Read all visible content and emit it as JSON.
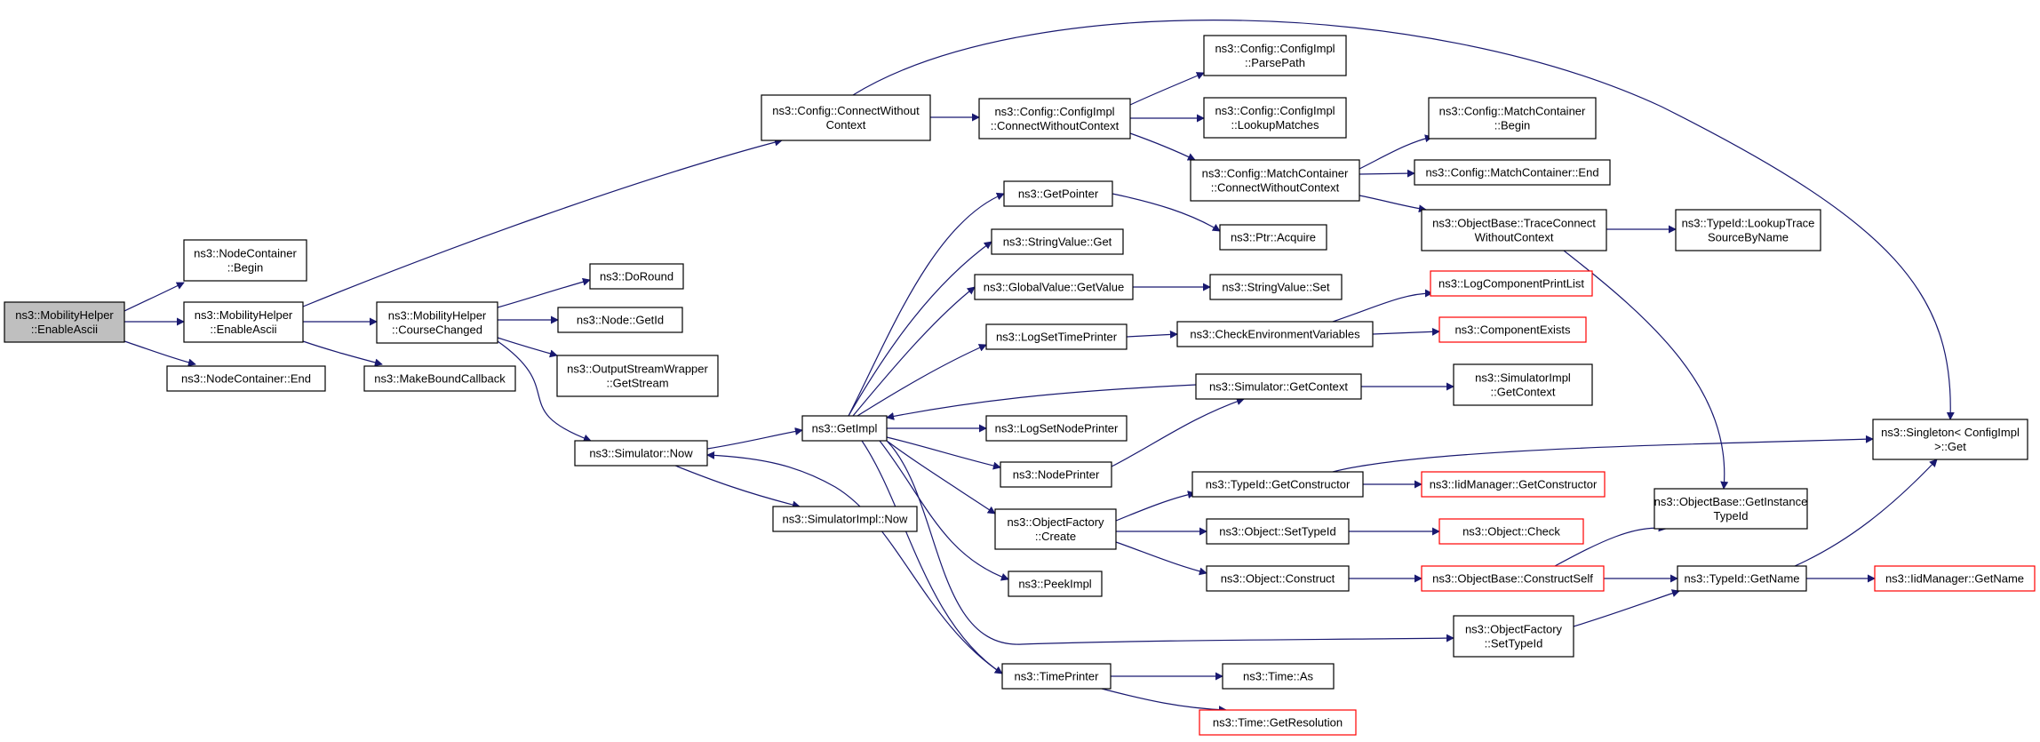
{
  "colors": {
    "edge": "#191970",
    "border_normal": "#000000",
    "border_truncated": "#ff0000",
    "root_fill": "#bfbfbf",
    "node_fill": "#ffffff"
  },
  "nodes": [
    {
      "id": "n0",
      "lines": [
        "ns3::MobilityHelper",
        "::EnableAscii"
      ],
      "style": "root"
    },
    {
      "id": "n1",
      "lines": [
        "ns3::NodeContainer",
        "::Begin"
      ],
      "style": "normal"
    },
    {
      "id": "n2",
      "lines": [
        "ns3::MobilityHelper",
        "::EnableAscii"
      ],
      "style": "normal"
    },
    {
      "id": "n3",
      "lines": [
        "ns3::NodeContainer::End"
      ],
      "style": "normal"
    },
    {
      "id": "n4",
      "lines": [
        "ns3::Config::ConnectWithout",
        "Context"
      ],
      "style": "normal"
    },
    {
      "id": "n5",
      "lines": [
        "ns3::MobilityHelper",
        "::CourseChanged"
      ],
      "style": "normal"
    },
    {
      "id": "n6",
      "lines": [
        "ns3::MakeBoundCallback"
      ],
      "style": "normal"
    },
    {
      "id": "n7",
      "lines": [
        "ns3::Config::ConfigImpl",
        "::ConnectWithoutContext"
      ],
      "style": "normal"
    },
    {
      "id": "n8",
      "lines": [
        "ns3::Singleton< ConfigImpl",
        " >::Get"
      ],
      "style": "normal"
    },
    {
      "id": "n9",
      "lines": [
        "ns3::DoRound"
      ],
      "style": "normal"
    },
    {
      "id": "n10",
      "lines": [
        "ns3::Node::GetId"
      ],
      "style": "normal"
    },
    {
      "id": "n11",
      "lines": [
        "ns3::OutputStreamWrapper",
        "::GetStream"
      ],
      "style": "normal"
    },
    {
      "id": "n12",
      "lines": [
        "ns3::Simulator::Now"
      ],
      "style": "normal"
    },
    {
      "id": "n13",
      "lines": [
        "ns3::GetImpl"
      ],
      "style": "normal"
    },
    {
      "id": "n14",
      "lines": [
        "ns3::SimulatorImpl::Now"
      ],
      "style": "normal"
    },
    {
      "id": "n15",
      "lines": [
        "ns3::Config::ConfigImpl",
        "::ParsePath"
      ],
      "style": "normal"
    },
    {
      "id": "n16",
      "lines": [
        "ns3::Config::ConfigImpl",
        "::LookupMatches"
      ],
      "style": "normal"
    },
    {
      "id": "n17",
      "lines": [
        "ns3::Config::MatchContainer",
        "::ConnectWithoutContext"
      ],
      "style": "normal"
    },
    {
      "id": "n18",
      "lines": [
        "ns3::Config::MatchContainer",
        "::Begin"
      ],
      "style": "normal"
    },
    {
      "id": "n19",
      "lines": [
        "ns3::Config::MatchContainer::End"
      ],
      "style": "normal"
    },
    {
      "id": "n20",
      "lines": [
        "ns3::ObjectBase::TraceConnect",
        "WithoutContext"
      ],
      "style": "normal"
    },
    {
      "id": "n21",
      "lines": [
        "ns3::TypeId::LookupTrace",
        "SourceByName"
      ],
      "style": "normal"
    },
    {
      "id": "n22",
      "lines": [
        "ns3::ObjectBase::GetInstance",
        "TypeId"
      ],
      "style": "normal"
    },
    {
      "id": "n23",
      "lines": [
        "ns3::GetPointer"
      ],
      "style": "normal"
    },
    {
      "id": "n24",
      "lines": [
        "ns3::Ptr::Acquire"
      ],
      "style": "normal"
    },
    {
      "id": "n25",
      "lines": [
        "ns3::StringValue::Get"
      ],
      "style": "normal"
    },
    {
      "id": "n26",
      "lines": [
        "ns3::GlobalValue::GetValue"
      ],
      "style": "normal"
    },
    {
      "id": "n27",
      "lines": [
        "ns3::StringValue::Set"
      ],
      "style": "normal"
    },
    {
      "id": "n28",
      "lines": [
        "ns3::LogSetTimePrinter"
      ],
      "style": "normal"
    },
    {
      "id": "n29",
      "lines": [
        "ns3::CheckEnvironmentVariables"
      ],
      "style": "normal"
    },
    {
      "id": "n30",
      "lines": [
        "ns3::LogComponentPrintList"
      ],
      "style": "truncated"
    },
    {
      "id": "n31",
      "lines": [
        "ns3::ComponentExists"
      ],
      "style": "truncated"
    },
    {
      "id": "n32",
      "lines": [
        "ns3::Simulator::GetContext"
      ],
      "style": "normal"
    },
    {
      "id": "n33",
      "lines": [
        "ns3::SimulatorImpl",
        "::GetContext"
      ],
      "style": "normal"
    },
    {
      "id": "n34",
      "lines": [
        "ns3::LogSetNodePrinter"
      ],
      "style": "normal"
    },
    {
      "id": "n35",
      "lines": [
        "ns3::NodePrinter"
      ],
      "style": "normal"
    },
    {
      "id": "n36",
      "lines": [
        "ns3::ObjectFactory",
        "::Create"
      ],
      "style": "normal"
    },
    {
      "id": "n37",
      "lines": [
        "ns3::TypeId::GetConstructor"
      ],
      "style": "normal"
    },
    {
      "id": "n38",
      "lines": [
        "ns3::IidManager::GetConstructor"
      ],
      "style": "truncated"
    },
    {
      "id": "n39",
      "lines": [
        "ns3::Object::SetTypeId"
      ],
      "style": "normal"
    },
    {
      "id": "n40",
      "lines": [
        "ns3::Object::Check"
      ],
      "style": "truncated"
    },
    {
      "id": "n41",
      "lines": [
        "ns3::Object::Construct"
      ],
      "style": "normal"
    },
    {
      "id": "n42",
      "lines": [
        "ns3::ObjectBase::ConstructSelf"
      ],
      "style": "truncated"
    },
    {
      "id": "n43",
      "lines": [
        "ns3::TypeId::GetName"
      ],
      "style": "normal"
    },
    {
      "id": "n44",
      "lines": [
        "ns3::IidManager::GetName"
      ],
      "style": "truncated"
    },
    {
      "id": "n45",
      "lines": [
        "ns3::PeekImpl"
      ],
      "style": "normal"
    },
    {
      "id": "n46",
      "lines": [
        "ns3::ObjectFactory",
        "::SetTypeId"
      ],
      "style": "normal"
    },
    {
      "id": "n47",
      "lines": [
        "ns3::TimePrinter"
      ],
      "style": "normal"
    },
    {
      "id": "n48",
      "lines": [
        "ns3::Time::As"
      ],
      "style": "normal"
    },
    {
      "id": "n49",
      "lines": [
        "ns3::Time::GetResolution"
      ],
      "style": "truncated"
    }
  ]
}
